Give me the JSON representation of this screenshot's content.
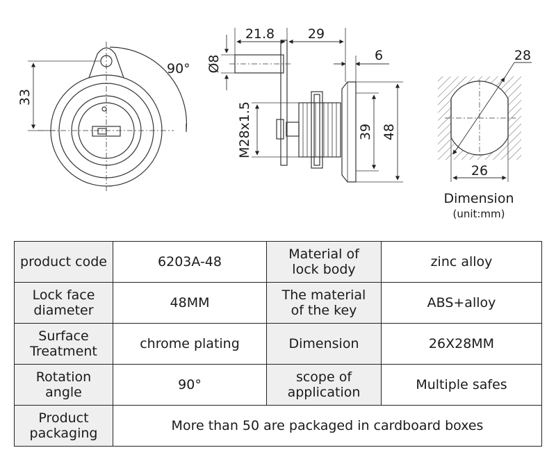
{
  "drawing": {
    "front_view": {
      "height_dim": "33",
      "rotation": "90°"
    },
    "side_view": {
      "shaft_length": "21.8",
      "body_length": "29",
      "face_thickness": "6",
      "shaft_diameter": "Ø8",
      "thread": "M28x1.5",
      "inner_diameter": "39",
      "face_diameter": "48"
    },
    "cutout_view": {
      "height_dim": "28",
      "width_dim": "26"
    },
    "caption": {
      "title": "Dimension",
      "unit": "(unit:mm)"
    }
  },
  "spec_table": {
    "rows": [
      [
        {
          "label": "product code",
          "value": "6203A-48"
        },
        {
          "label": "Material of\nlock body",
          "value": "zinc alloy"
        }
      ],
      [
        {
          "label": "Lock face\ndiameter",
          "value": "48MM"
        },
        {
          "label": "The material\nof the key",
          "value": "ABS+alloy"
        }
      ],
      [
        {
          "label": "Surface\nTreatment",
          "value": "chrome plating"
        },
        {
          "label": "Dimension",
          "value": "26X28MM"
        }
      ],
      [
        {
          "label": "Rotation angle",
          "value": "90°"
        },
        {
          "label": "scope of\napplication",
          "value": "Multiple safes"
        }
      ]
    ],
    "footer": {
      "label": "Product\npackaging",
      "value": "More than 50 are packaged in cardboard boxes"
    }
  }
}
